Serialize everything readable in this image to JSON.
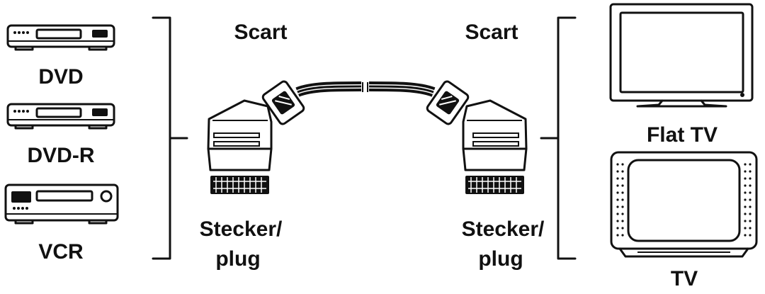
{
  "sources": {
    "dvd_label": "DVD",
    "dvdr_label": "DVD-R",
    "vcr_label": "VCR"
  },
  "cable": {
    "left_connector_label": "Scart",
    "right_connector_label": "Scart",
    "left_plug_line1": "Stecker/",
    "left_plug_line2": "plug",
    "right_plug_line1": "Stecker/",
    "right_plug_line2": "plug"
  },
  "targets": {
    "flat_tv_label": "Flat TV",
    "tv_label": "TV"
  }
}
